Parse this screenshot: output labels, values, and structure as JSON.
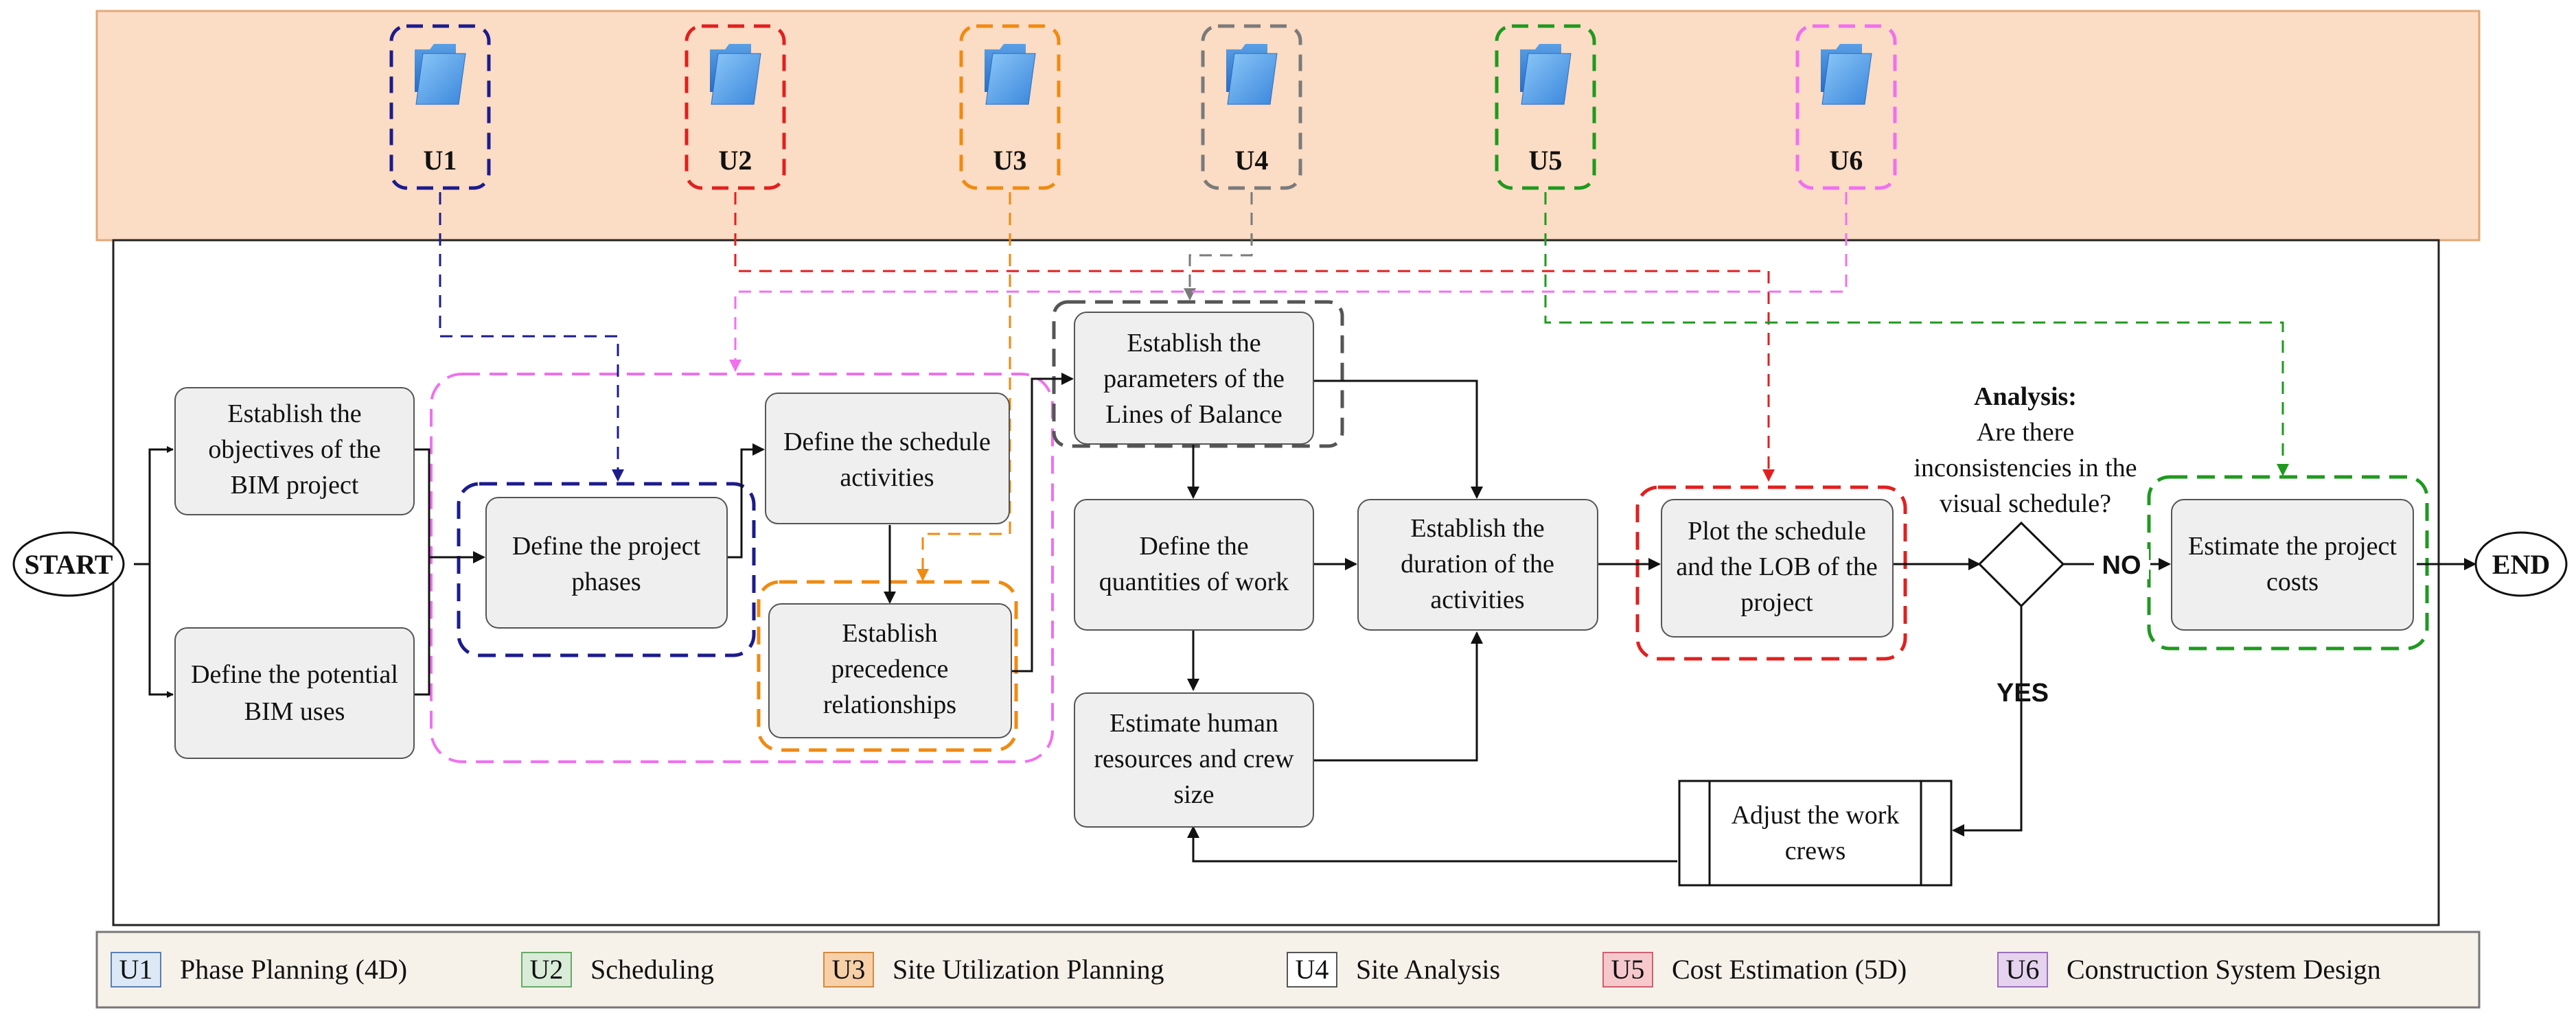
{
  "colors": {
    "u1": "#1c1c8c",
    "u2": "#e02020",
    "u3": "#f08a10",
    "u4": "#7a7a7a",
    "u5": "#1e9a1e",
    "u6": "#f070f0",
    "top_band": "#fbdcc4",
    "legend_bg": "#f6f2ea",
    "node_fill": "#efefef"
  },
  "uses": [
    {
      "id": "U1",
      "icon": "folder-icon"
    },
    {
      "id": "U2",
      "icon": "folder-icon"
    },
    {
      "id": "U3",
      "icon": "folder-icon"
    },
    {
      "id": "U4",
      "icon": "folder-icon"
    },
    {
      "id": "U5",
      "icon": "folder-icon"
    },
    {
      "id": "U6",
      "icon": "folder-icon"
    }
  ],
  "start": "START",
  "end": "END",
  "nodes": {
    "objectives": [
      "Establish the",
      "objectives of the",
      "BIM project"
    ],
    "potential_uses": [
      "Define the potential",
      "BIM uses"
    ],
    "project_phases": [
      "Define the project",
      "phases"
    ],
    "schedule_activities": [
      "Define the schedule",
      "activities"
    ],
    "precedence": [
      "Establish",
      "precedence",
      "relationships"
    ],
    "lob_params": [
      "Establish the",
      "parameters of the",
      "Lines of Balance"
    ],
    "quantities": [
      "Define the",
      "quantities of work"
    ],
    "human_resources": [
      "Estimate human",
      "resources and crew",
      "size"
    ],
    "duration": [
      "Establish the",
      "duration of the",
      "activities"
    ],
    "plot_schedule": [
      "Plot the schedule",
      "and the LOB of the",
      "project"
    ],
    "adjust_crews": [
      "Adjust the work",
      "crews"
    ],
    "costs": [
      "Estimate the project",
      "costs"
    ]
  },
  "analysis": {
    "title": "Analysis:",
    "question": [
      "Are there",
      "inconsistencies in the",
      "visual schedule?"
    ],
    "no": "NO",
    "yes": "YES"
  },
  "legend": [
    {
      "code": "U1",
      "label": "Phase Planning (4D)",
      "fill": "#dce8f6"
    },
    {
      "code": "U2",
      "label": "Scheduling",
      "fill": "#d8ecd8"
    },
    {
      "code": "U3",
      "label": "Site Utilization Planning",
      "fill": "#f8d0a8"
    },
    {
      "code": "U4",
      "label": "Site Analysis",
      "fill": "#ffffff"
    },
    {
      "code": "U5",
      "label": "Cost Estimation (5D)",
      "fill": "#f6c8cc"
    },
    {
      "code": "U6",
      "label": "Construction System Design",
      "fill": "#e4d2ee"
    }
  ]
}
